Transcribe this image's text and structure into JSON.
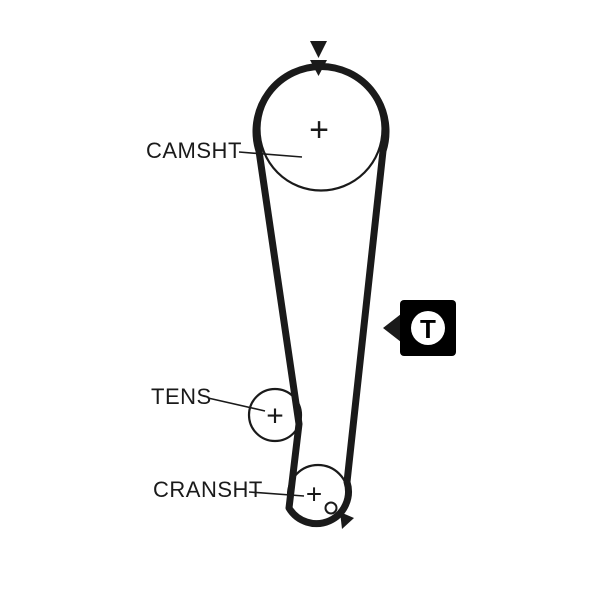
{
  "colors": {
    "line": "#1a1a1a",
    "background": "#ffffff",
    "marker_bg": "#000000",
    "marker_circle": "#ffffff"
  },
  "labels": {
    "camshaft": "CAMSHT",
    "tensioner": "TENS",
    "crankshaft": "CRANSHT"
  },
  "symbols": {
    "plus": "+",
    "t_marker": "T"
  }
}
